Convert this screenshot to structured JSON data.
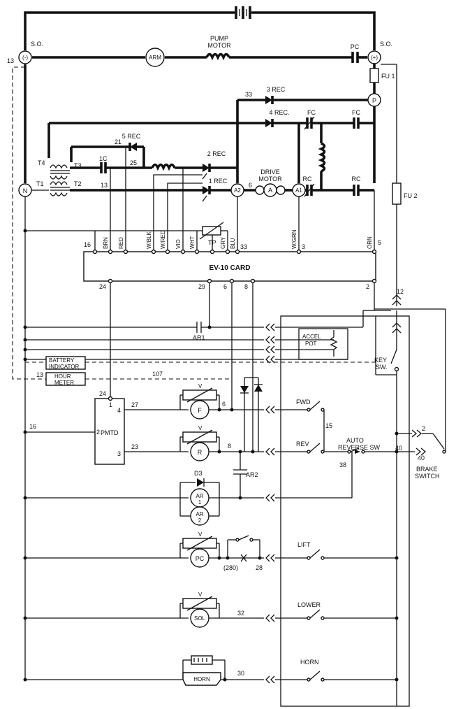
{
  "labels": {
    "so_left": "S.O.",
    "so_right": "S.O.",
    "minus": "(-)",
    "plus": "(+)",
    "n": "N",
    "p": "P",
    "pump_motor_1": "PUMP",
    "pump_motor_2": "MOTOR",
    "arm": "ARM",
    "pc_top": "PC",
    "fu1": "FU 1",
    "fu2": "FU 2",
    "rec3": "3 REC",
    "rec4": "4 REC.",
    "rec5": "5 REC",
    "rec2": "2 REC",
    "rec1": "1 REC",
    "fc1": "FC",
    "fc2": "FC",
    "rc1": "RC",
    "rc2": "RC",
    "drive_motor_1": "DRIVE",
    "drive_motor_2": "MOTOR",
    "a": "A",
    "a2": "A2",
    "a1": "A1",
    "t1": "T1",
    "t2": "T2",
    "t3": "T3",
    "t4": "T4",
    "w13_left": "13",
    "w13_mid": "13",
    "w13_bottom": "13",
    "w21": "21",
    "w25": "25",
    "w1c": "1C",
    "w6_top": "6",
    "w33_top": "33",
    "tp": "TP",
    "card": "EV-10 CARD",
    "pin16": "16",
    "pin_brn": "BRN",
    "pin_red": "RED",
    "pin_wblk": "W/BLK",
    "pin_wred": "W/RED",
    "pin_vio": "VIO",
    "pin_wht": "WHT",
    "pin_gry": "GRY",
    "pin_blu": "BLU",
    "pin33": "33",
    "pin_wgrn": "W/GRN",
    "pin3": "3",
    "pin_orn": "ORN",
    "pin5": "5",
    "pin24": "24",
    "pin29": "29",
    "pin6": "6",
    "pin8": "8",
    "pin2": "2",
    "w12": "12",
    "ar1": "AR1",
    "accel_1": "ACCEL",
    "accel_2": "POT",
    "key_1": "KEY",
    "key_2": "SW.",
    "battery_1": "BATTERY",
    "battery_2": "INDICATOR",
    "hour_1": "HOUR",
    "hour_2": "METER",
    "w107": "107",
    "pmtd": "PMTD",
    "pmtd24": "24",
    "pmtd1": "1",
    "pmtd4": "4",
    "pmtd2": "2",
    "pmtd3": "3",
    "w27": "27",
    "w23": "23",
    "w16_side": "16",
    "f": "F",
    "r": "R",
    "w6_f": "6",
    "w8_r": "8",
    "fwd": "FWD",
    "rev": "REV",
    "w15": "15",
    "auto_1": "AUTO",
    "auto_2": "REVERSE SW",
    "w38": "38",
    "w40a": "40",
    "w40b": "40",
    "w2_brake": "2",
    "brake_1": "BRAKE",
    "brake_2": "SWITCH",
    "ar2": "AR2",
    "d3": "D3",
    "ar_1": "AR",
    "ar_1_sub": "1",
    "ar_2": "AR",
    "ar_2_sub": "2",
    "pc": "PC",
    "w280": "(280)",
    "w28": "28",
    "lift": "LIFT",
    "sol": "SOL",
    "w32": "32",
    "lower": "LOWER",
    "horn_label": "HORN",
    "horn_box": "HORN",
    "w30": "30",
    "v1": "V",
    "v2": "V",
    "v3": "V",
    "v4": "V"
  }
}
